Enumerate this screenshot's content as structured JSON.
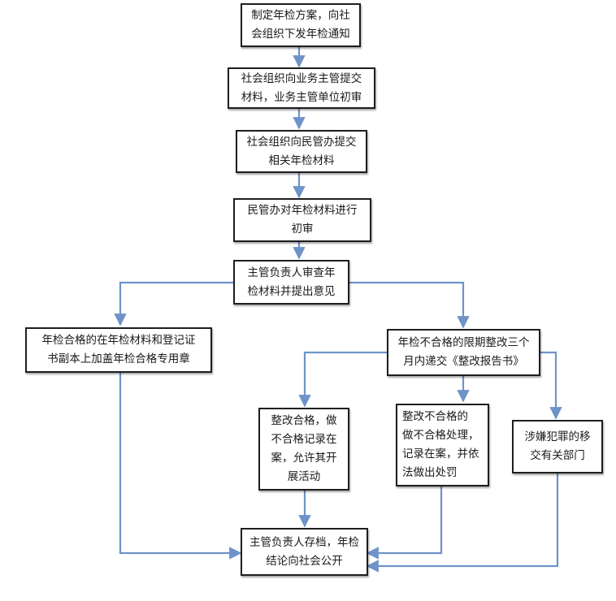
{
  "colors": {
    "arrow": "#6f93c8",
    "border": "#1e1e1e",
    "text": "#1a1a1a"
  },
  "nodes": {
    "n1": "制定年检方案，向社\n会组织下发年检通知",
    "n2": "社会组织向业务主管提交\n材料，业务主管单位初审",
    "n3": "社会组织向民管办提交\n相关年检材料",
    "n4": "民管办对年检材料进行\n初审",
    "n5": "主管负责人审查年\n检材料并提出意见",
    "n6": "年检合格的在年检材料和登记证\n书副本上加盖年检合格专用章",
    "n7": "年检不合格的限期整改三个\n月内递交《整改报告书》",
    "n8": "整改合格，做\n不合格记录在\n案，允许其开\n展活动",
    "n9": "整改不合格的\n做不合格处理，\n记录在案，并依\n法做出处罚",
    "n10": "涉嫌犯罪的移\n交有关部门",
    "n11": "主管负责人存档，年检\n结论向社会公开"
  }
}
